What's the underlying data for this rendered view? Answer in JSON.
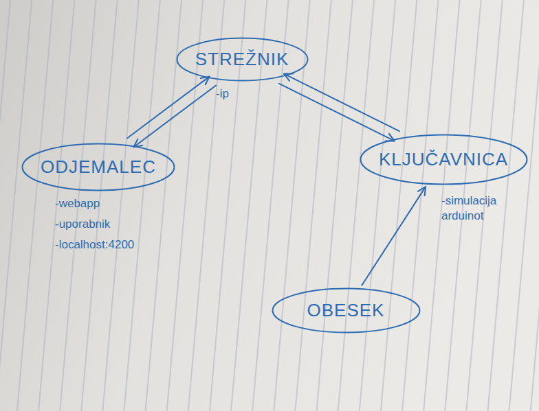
{
  "diagram": {
    "nodes": [
      {
        "text": [
          "STREŽNIK",
          "-ip"
        ]
      },
      {
        "text": [
          "ODJEMALEC",
          "-webapp",
          "-uporabnik",
          "-localhost:4200"
        ]
      },
      {
        "text": [
          "KLJUČAVNICA",
          "-simulacija arduinot"
        ]
      },
      {
        "text": [
          "OBESEK"
        ]
      }
    ],
    "edges": [
      {
        "from": 0,
        "to": 1,
        "arrow": "to"
      },
      {
        "from": 1,
        "to": 0,
        "arrow": "to"
      },
      {
        "from": 2,
        "to": 0,
        "arrow": "to"
      },
      {
        "from": 0,
        "to": 2,
        "arrow": "to"
      },
      {
        "from": 3,
        "to": 2,
        "arrow": "to"
      }
    ]
  }
}
